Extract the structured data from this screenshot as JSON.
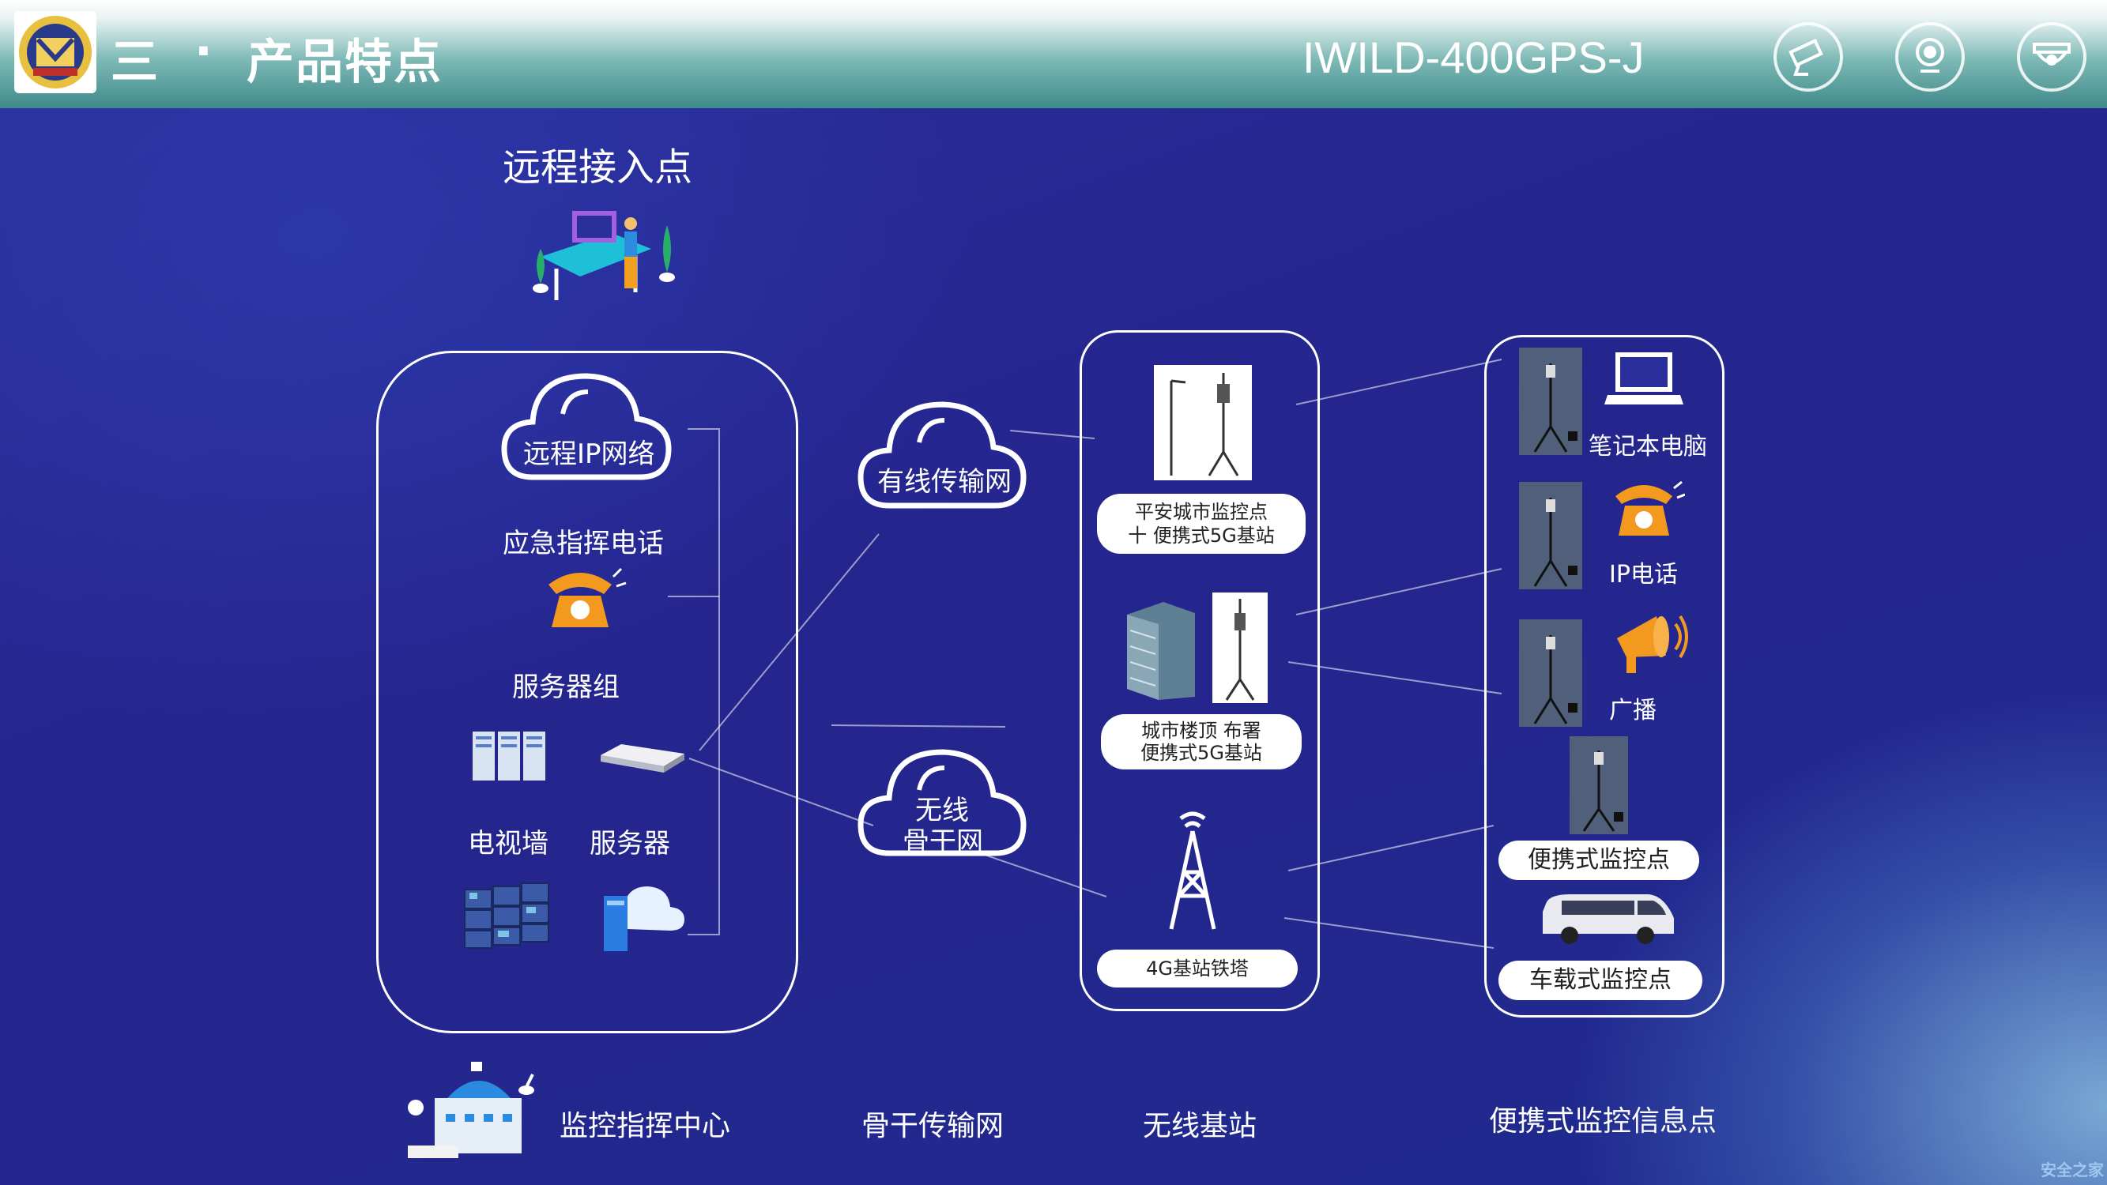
{
  "header": {
    "section_number": "三",
    "dot": "·",
    "title": "产品特点",
    "model": "IWILD-400GPS-J",
    "icons": [
      "camera-icon",
      "webcam-icon",
      "dome-camera-icon"
    ]
  },
  "remote_access": {
    "title": "远程接入点",
    "icon": "workstation-icon"
  },
  "command_center_panel": {
    "cloud_label": "远程IP网络",
    "items": [
      {
        "label": "应急指挥电话",
        "icon": "telephone-icon"
      },
      {
        "label": "服务器组",
        "icon": "server-group-icon"
      },
      {
        "label": "电视墙",
        "icon": "video-wall-icon"
      },
      {
        "label": "服务器",
        "icon": "server-icon"
      }
    ]
  },
  "network_clouds": {
    "wired": "有线传输网",
    "wireless_line1": "无线",
    "wireless_line2": "骨干网"
  },
  "base_station_panel": {
    "pill1_line1": "平安城市监控点",
    "pill1_line2": "十 便携式5G基站",
    "pill2_line1": "城市楼顶 布署",
    "pill2_line2": "便携式5G基站",
    "pill3": "4G基站铁塔"
  },
  "info_point_panel": {
    "laptop": "笔记本电脑",
    "ip_phone": "IP电话",
    "broadcast": "广播",
    "portable_point": "便携式监控点",
    "vehicle_point": "车载式监控点"
  },
  "bottom_labels": {
    "center": "监控指挥中心",
    "backbone": "骨干传输网",
    "wireless_station": "无线基站",
    "portable_info": "便携式监控信息点"
  },
  "watermark": "安全之家",
  "colors": {
    "background": "#25258e",
    "header_teal": "#3f8a8a",
    "phone_orange": "#f39a1e",
    "panel_border": "#ffffff"
  }
}
